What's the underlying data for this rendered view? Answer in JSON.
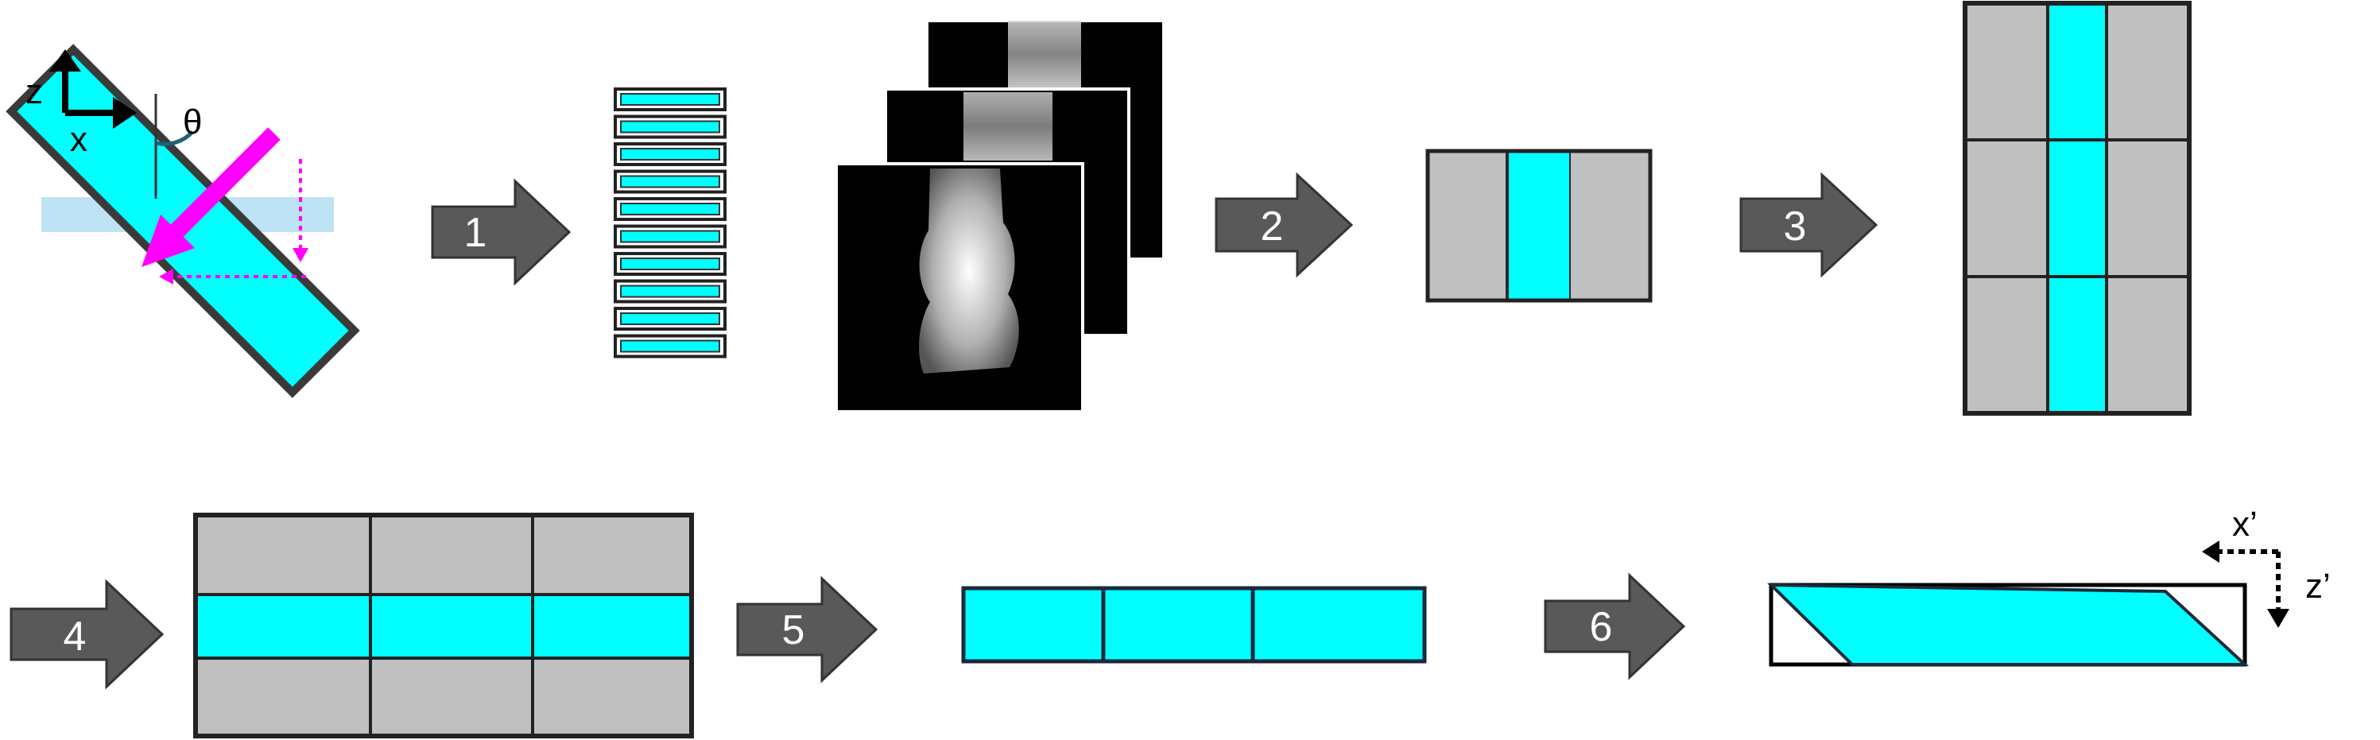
{
  "colors": {
    "cyan": "#00FFFF",
    "gray": "#C0C0C0",
    "dark_arrow": "#595959",
    "magenta": "#FF00FF",
    "light_blue": "#BDE3F4",
    "frame": "#222222"
  },
  "axes": {
    "z": "z",
    "x": "x",
    "theta": "θ",
    "x_prime": "x’",
    "z_prime": "z’"
  },
  "steps": [
    "1",
    "2",
    "3",
    "4",
    "5",
    "6"
  ],
  "icons": {
    "step_arrow": "block-arrow-right-icon",
    "axis_solid": "solid-axis-arrows-icon",
    "axis_dotted": "dotted-axis-arrows-icon"
  },
  "layout_counts": {
    "slices": 10,
    "grid3_rows": 3,
    "grid3x3_cols": 3
  }
}
